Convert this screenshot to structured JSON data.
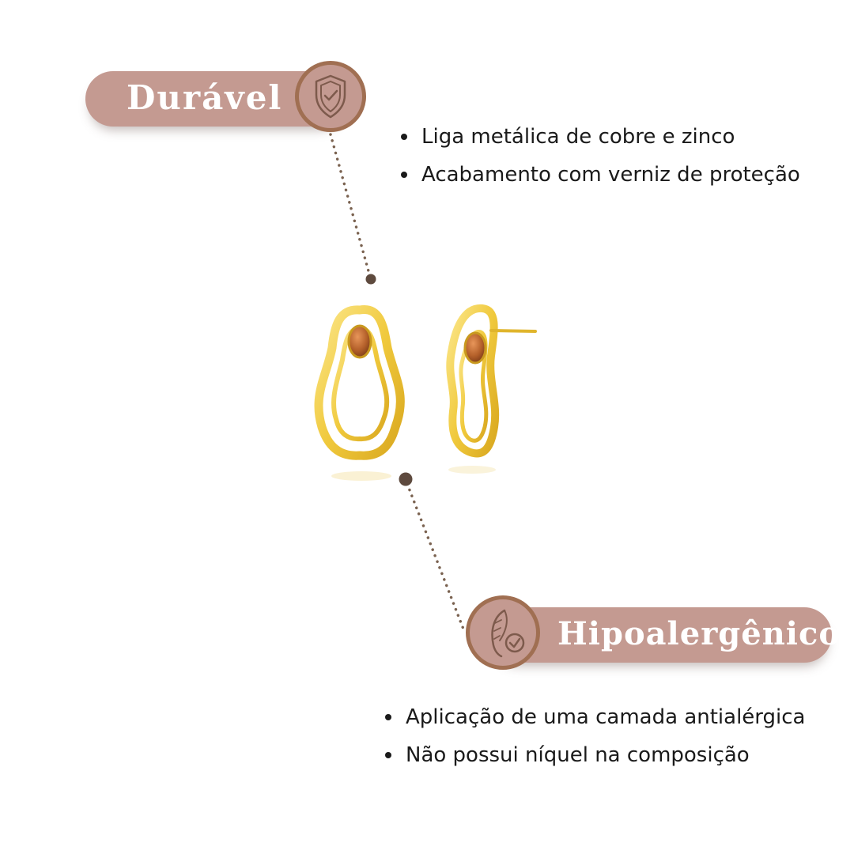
{
  "features": {
    "durable": {
      "title": "Durável",
      "icon": "shield-check-icon",
      "bullets": [
        "Liga metálica de cobre e zinco",
        "Acabamento com verniz de proteção"
      ]
    },
    "hypoallergenic": {
      "title": "Hipoalergênico",
      "icon": "feather-check-icon",
      "bullets": [
        "Aplicação de uma camada antialérgica",
        "Não possui níquel na composição"
      ]
    }
  },
  "product": {
    "image": "gold-earrings-with-brown-stone"
  },
  "colors": {
    "pill": "#c49a91",
    "badge_border": "#a06f52",
    "connector": "#7a6250",
    "text": "#1a1a1a",
    "gold": "#f2cf4f",
    "stone": "#b4602a"
  }
}
